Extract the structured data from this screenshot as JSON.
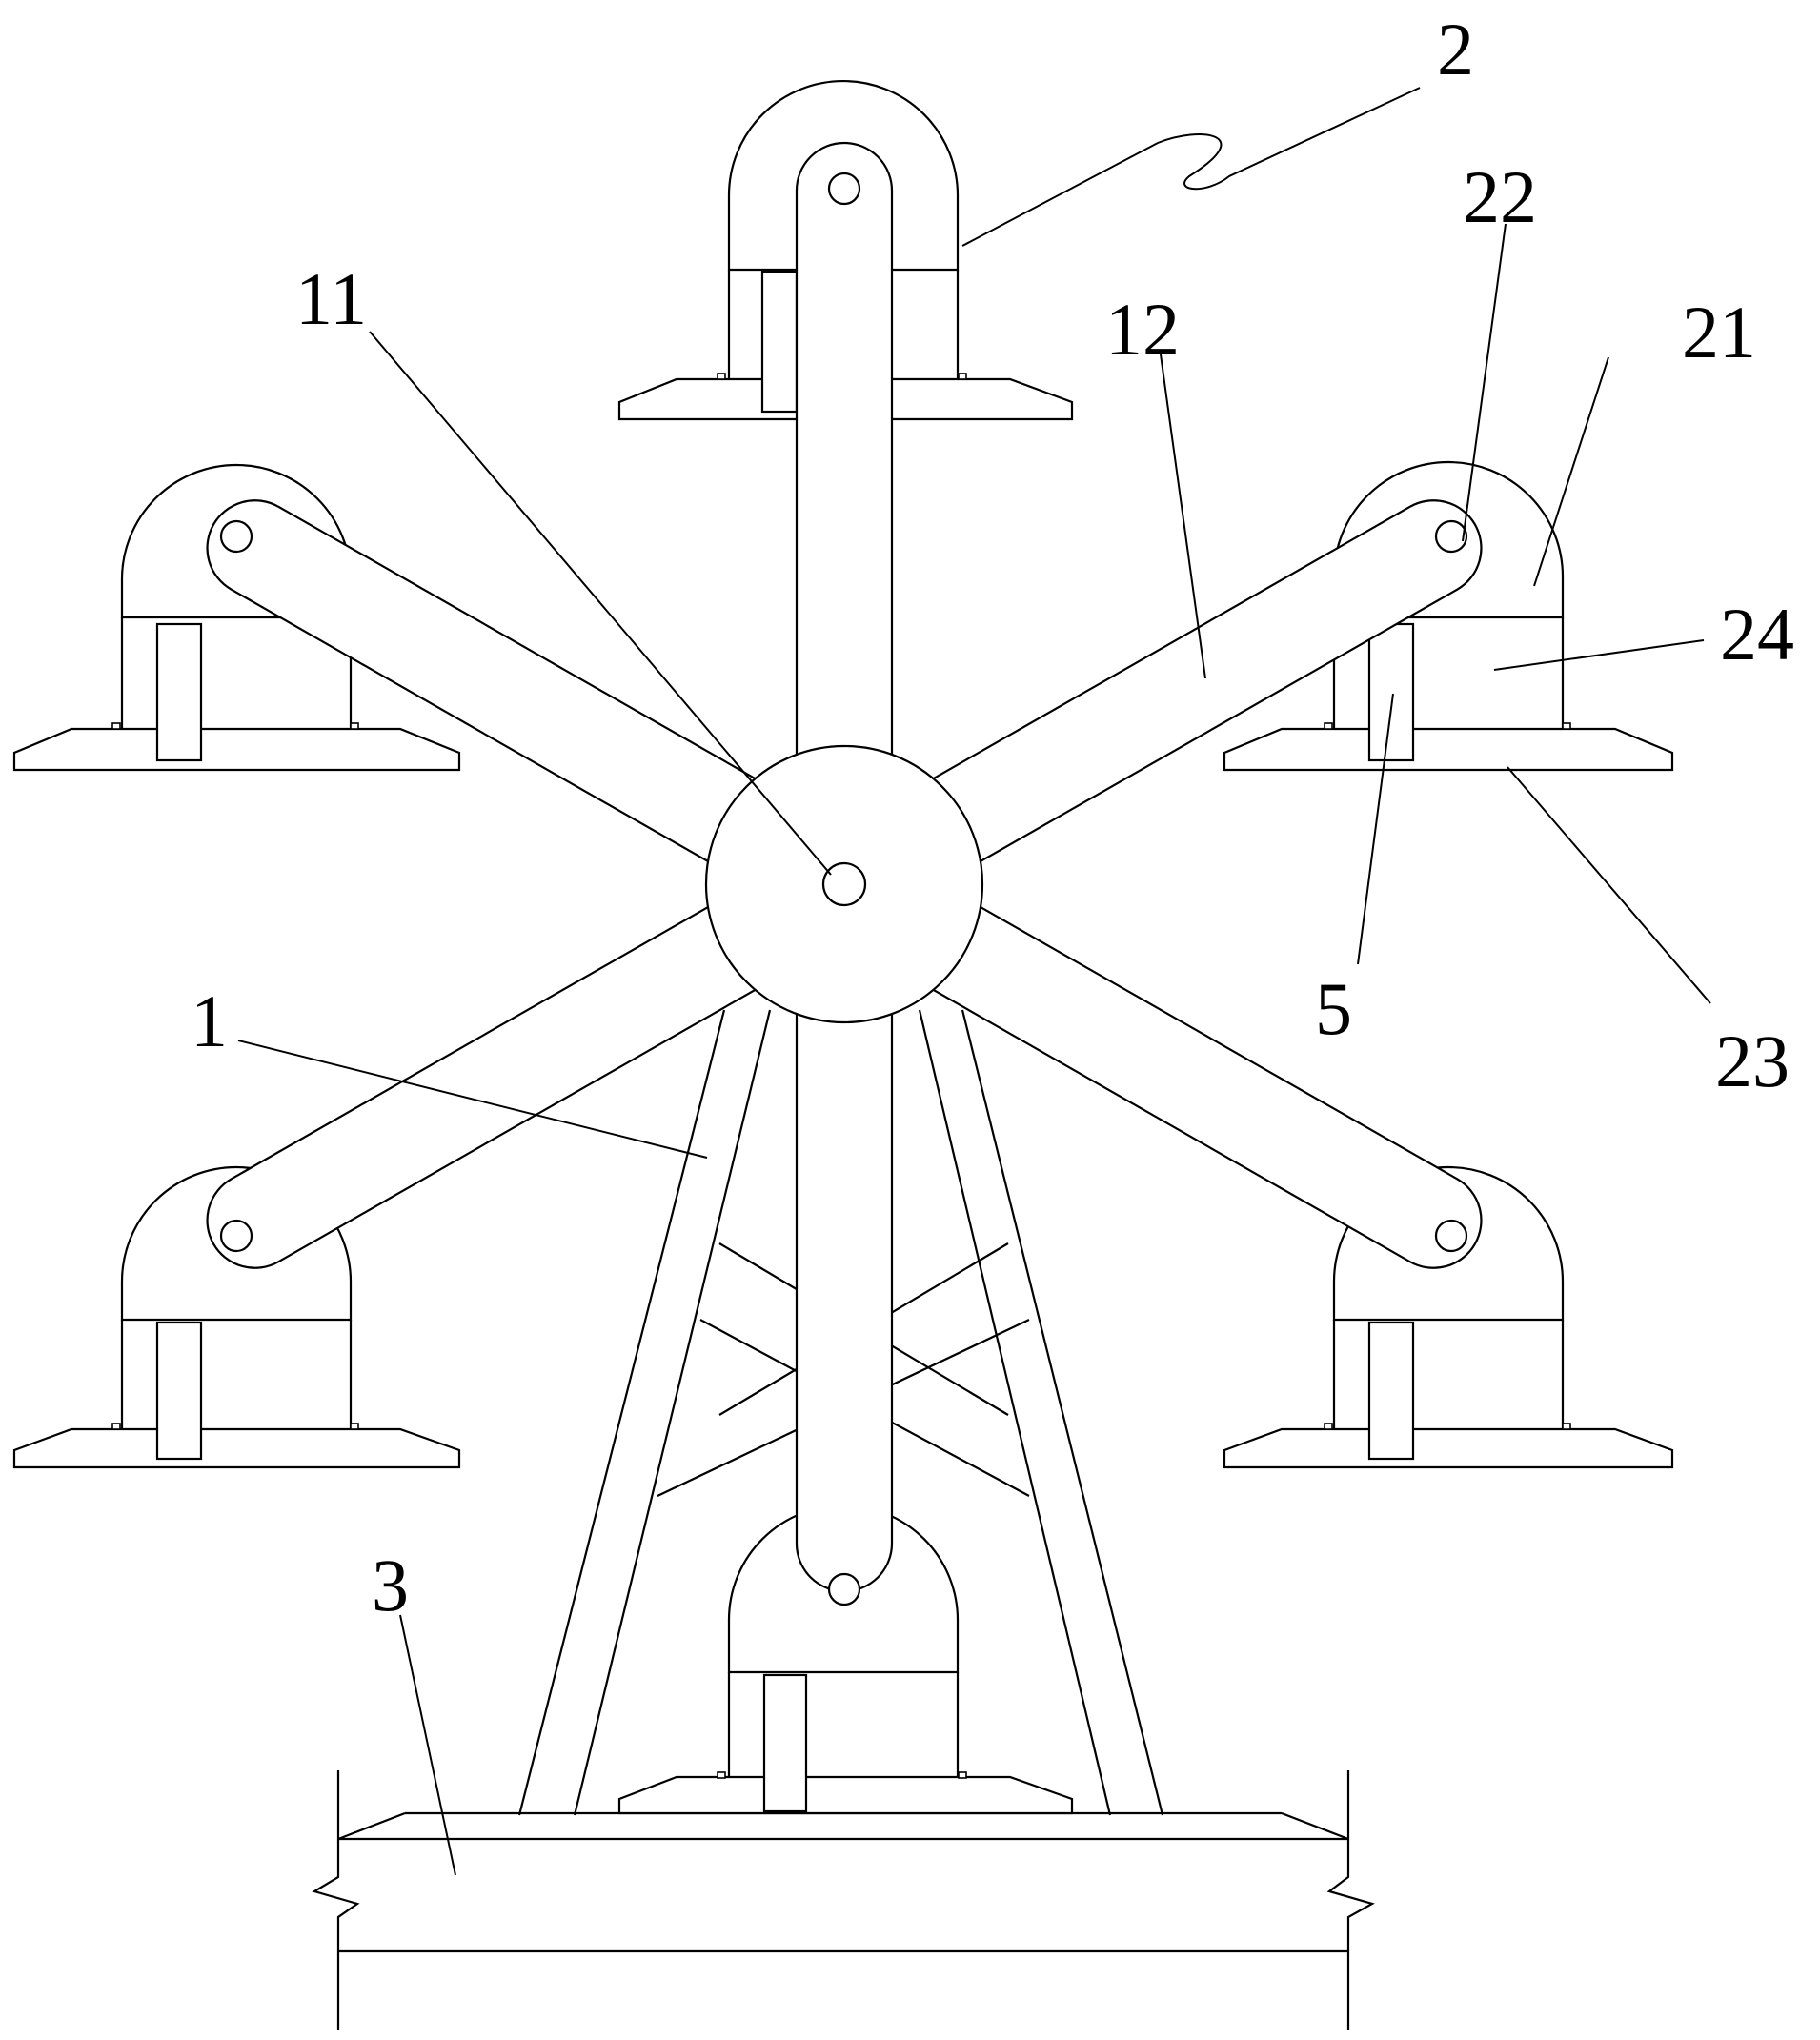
{
  "labels": {
    "frame": "1",
    "wheel": "2",
    "base": "3",
    "shaft_hole": "11",
    "spoke": "12",
    "cabin_roof": "21",
    "pivot": "22",
    "cabin_floor": "23",
    "cabin_body": "24",
    "door": "5"
  }
}
